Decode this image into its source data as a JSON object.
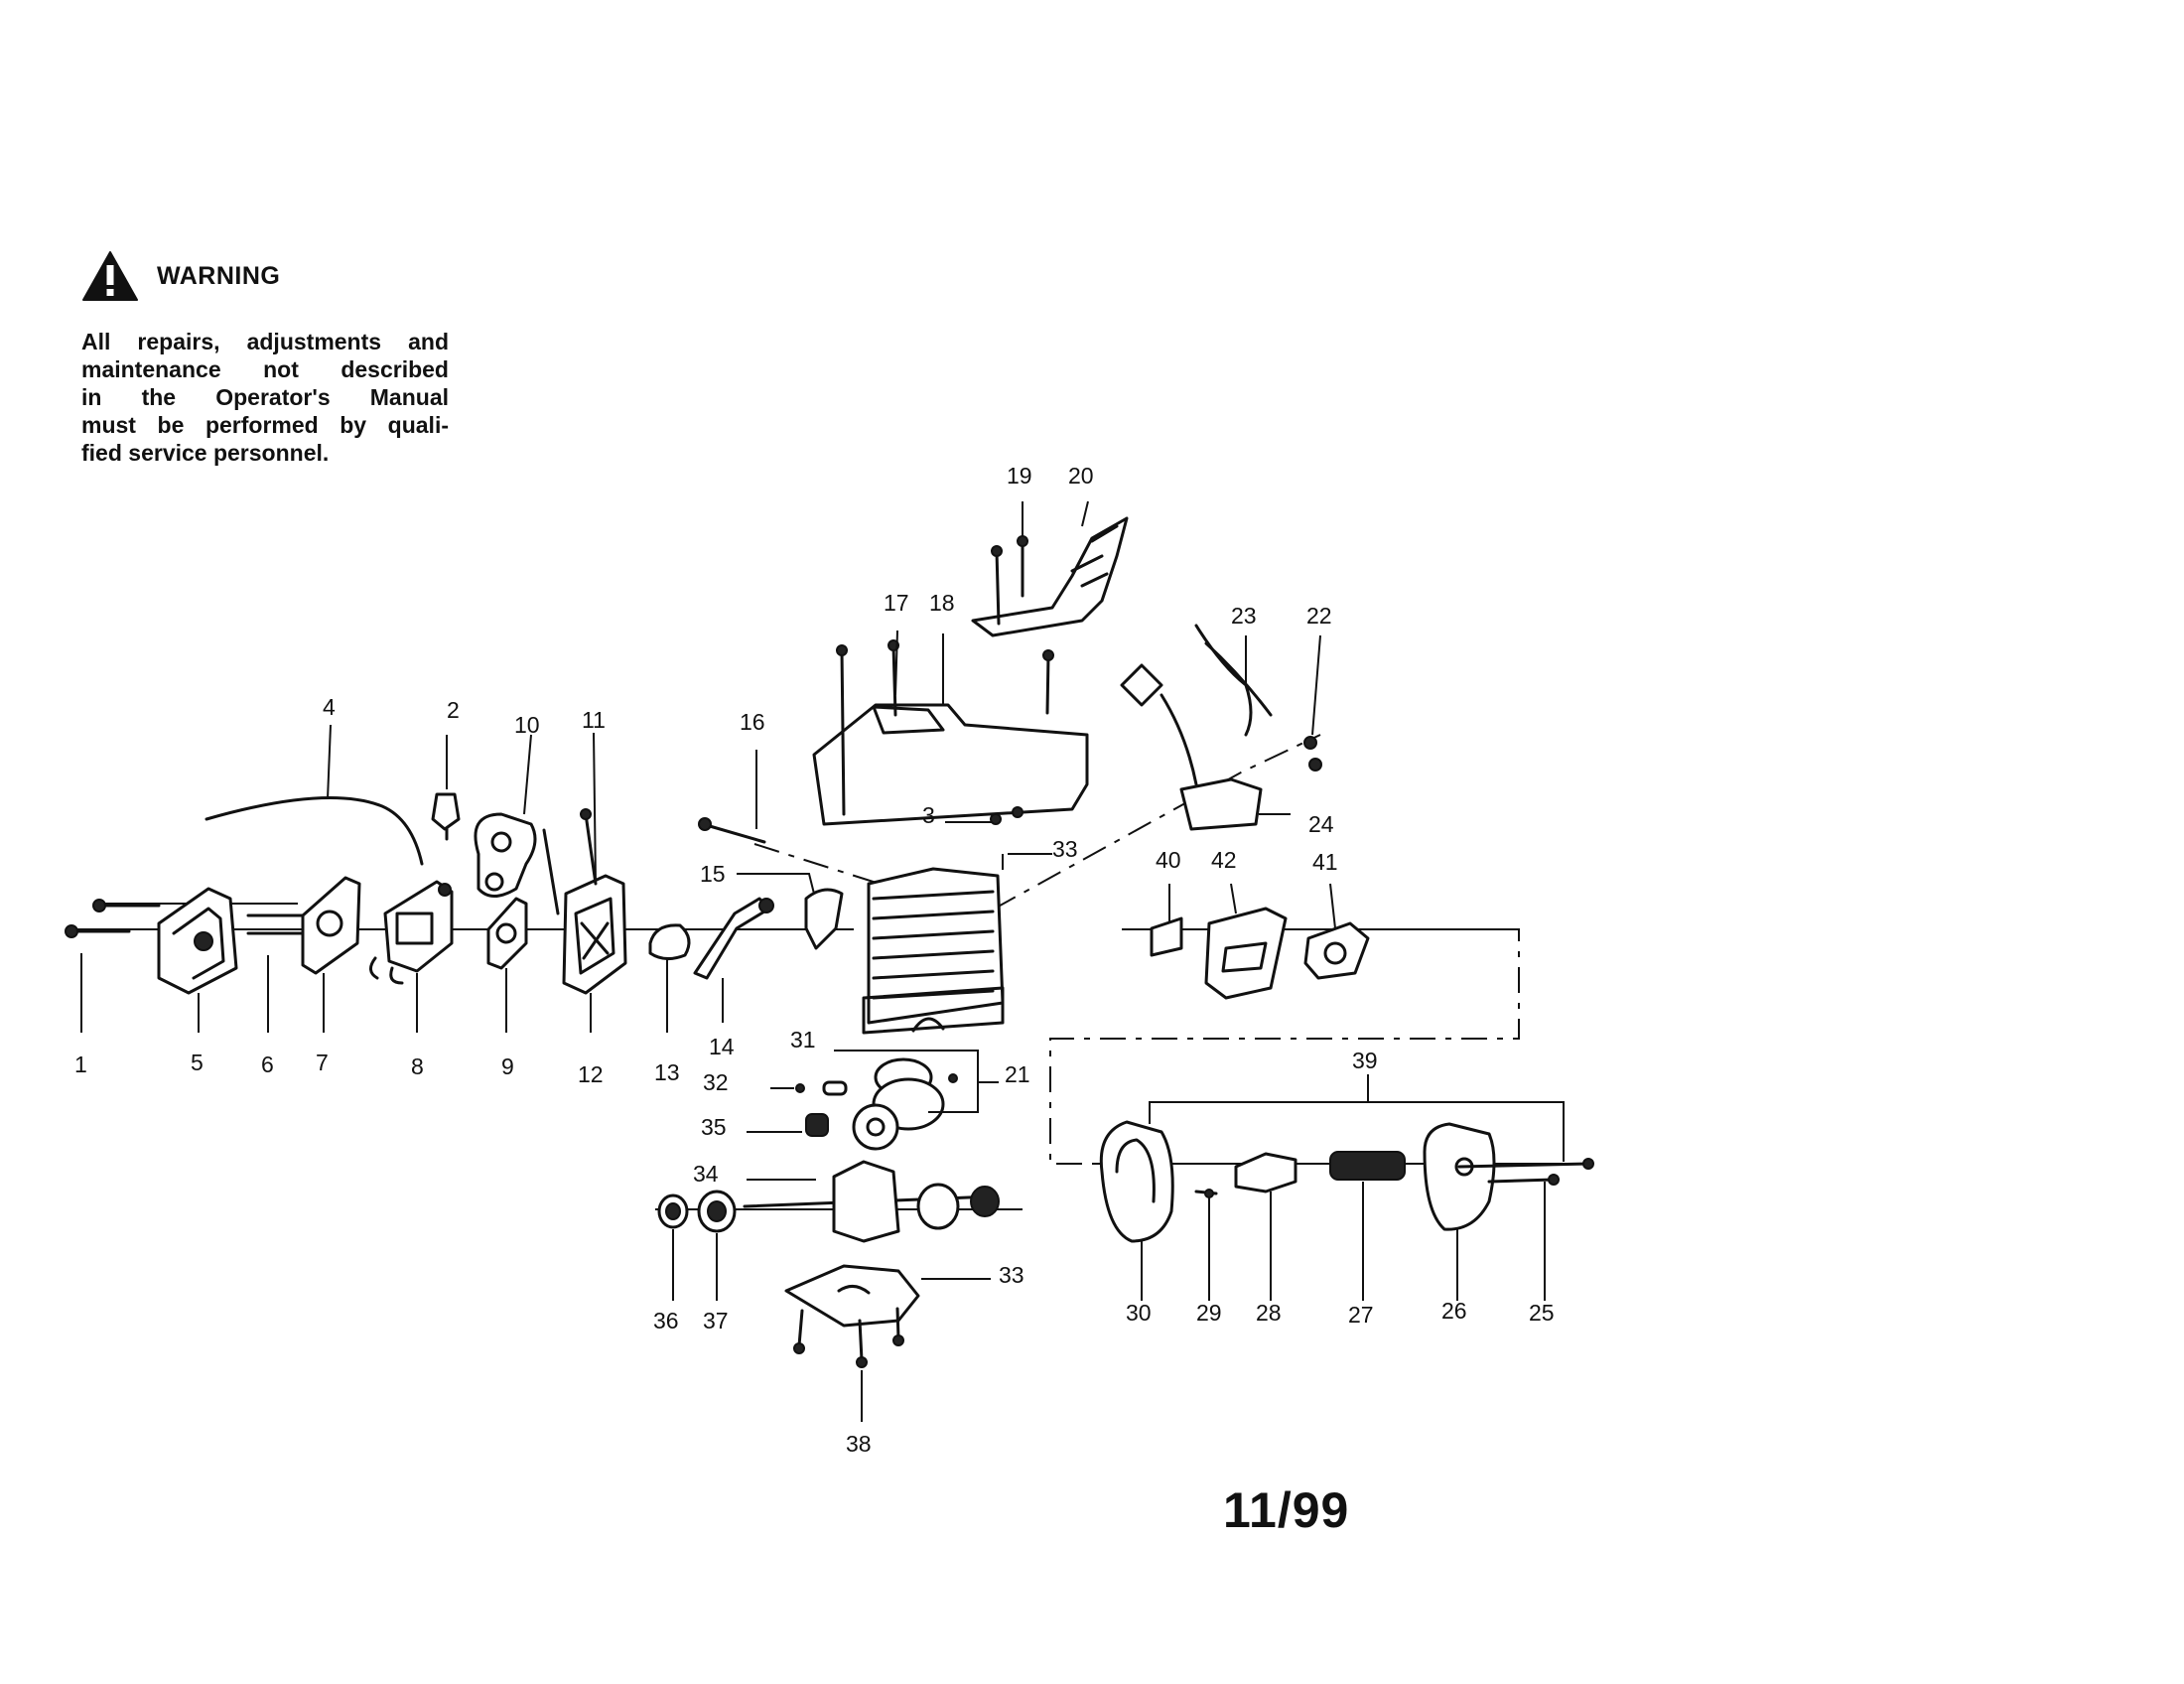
{
  "warning": {
    "title": "WARNING",
    "icon": "warning-triangle-icon",
    "lines": [
      "All repairs, adjustments and",
      "maintenance not described",
      "in the Operator's Manual",
      "must be performed by quali-",
      "fied service personnel."
    ]
  },
  "date_code": "11/99",
  "labels": {
    "p1": "1",
    "p2": "2",
    "p3": "3",
    "p4": "4",
    "p5": "5",
    "p6": "6",
    "p7": "7",
    "p8": "8",
    "p9": "9",
    "p10": "10",
    "p11": "11",
    "p12": "12",
    "p13": "13",
    "p14": "14",
    "p15": "15",
    "p16": "16",
    "p17": "17",
    "p18": "18",
    "p19": "19",
    "p20": "20",
    "p21": "21",
    "p22": "22",
    "p23": "23",
    "p24": "24",
    "p25": "25",
    "p26": "26",
    "p27": "27",
    "p28": "28",
    "p29": "29",
    "p30": "30",
    "p31": "31",
    "p32": "32",
    "p33": "33",
    "p34": "34",
    "p35": "35",
    "p36": "36",
    "p37": "37",
    "p38": "38",
    "p39": "39",
    "p40": "40",
    "p41": "41",
    "p42": "42"
  }
}
